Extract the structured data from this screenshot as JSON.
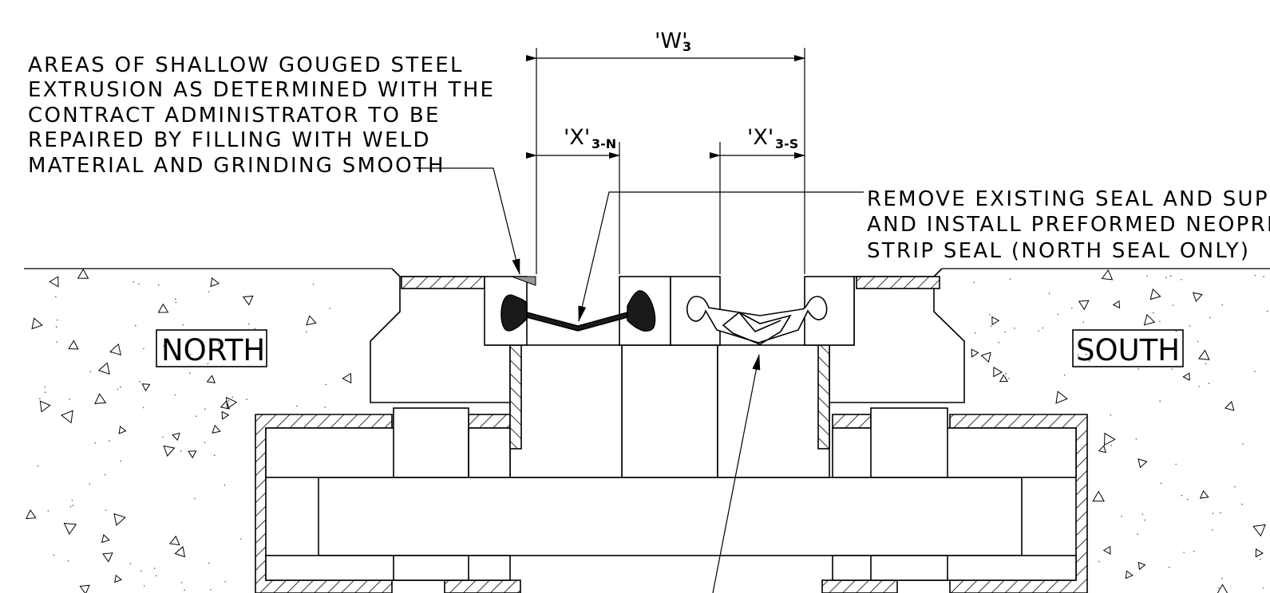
{
  "notes": {
    "repair_note": [
      "AREAS OF SHALLOW GOUGED STEEL",
      "EXTRUSION AS DETERMINED WITH THE",
      "CONTRACT ADMINISTRATOR TO BE",
      "REPAIRED BY FILLING WITH WELD",
      "MATERIAL AND GRINDING SMOOTH"
    ],
    "seal_note": [
      "REMOVE EXISTING SEAL AND SUPP",
      "AND INSTALL PREFORMED NEOPREN",
      "STRIP SEAL (NORTH SEAL ONLY)"
    ]
  },
  "dimensions": {
    "w": {
      "main": "'W'",
      "sub": "3"
    },
    "x_north": {
      "main": "'X'",
      "sub": "3-N"
    },
    "x_south": {
      "main": "'X'",
      "sub": "3-S"
    }
  },
  "labels": {
    "north": "NORTH",
    "south": "SOUTH"
  },
  "colors": {
    "ink": "#000000",
    "paper": "#ffffff",
    "seal_fill": "#1a1a1a"
  }
}
